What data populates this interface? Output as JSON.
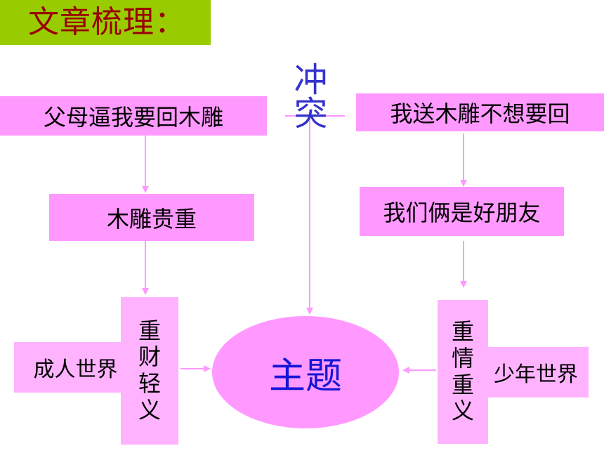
{
  "title": "文章梳理：",
  "conflict": {
    "chars": [
      "冲",
      "突"
    ]
  },
  "theme": "主题",
  "left": {
    "box1": "父母逼我要回木雕",
    "box2": "木雕贵重",
    "value_chars": [
      "重",
      "财",
      "轻",
      "义"
    ],
    "world": "成人世界"
  },
  "right": {
    "box1": "我送木雕不想要回",
    "box2": "我们俩是好朋友",
    "value_chars": [
      "重",
      "情",
      "重",
      "义"
    ],
    "world": "少年世界"
  },
  "colors": {
    "title_bg": "#99cc00",
    "title_text": "#990000",
    "box_fill": "#ff99ff",
    "box_fill_light": "#ffb3ff",
    "arrow": "#ff99ff",
    "conflict_text": "#3333cc",
    "theme_text": "#1515d6"
  }
}
